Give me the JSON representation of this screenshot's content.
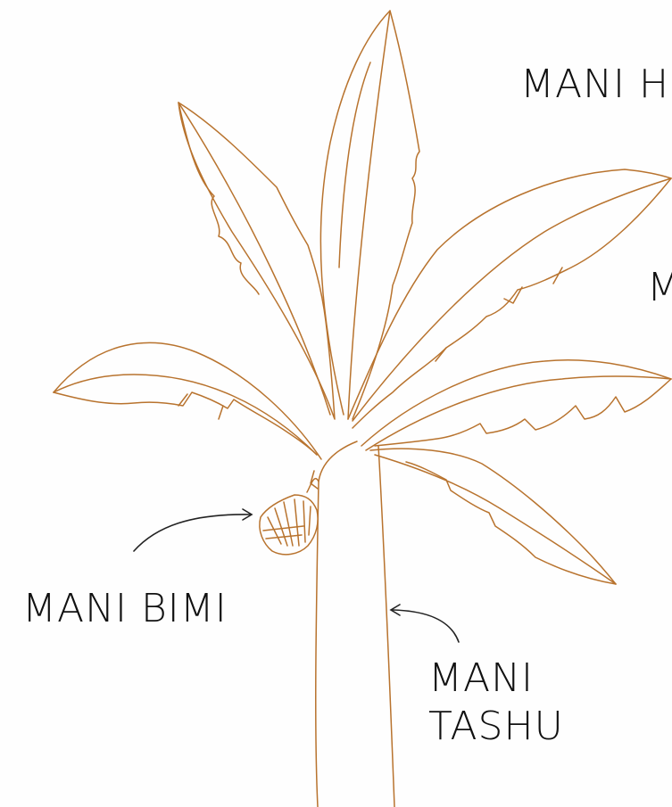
{
  "labels": {
    "leaf_top_right": "MANI H",
    "leaf_right": "M",
    "flower": "MANI BIMI",
    "stem_line1": "MANI",
    "stem_line2": "TASHU"
  },
  "colors": {
    "plant_line": "#b8732e",
    "arrow": "#222222",
    "text": "#111111",
    "background": "#fefefe"
  }
}
